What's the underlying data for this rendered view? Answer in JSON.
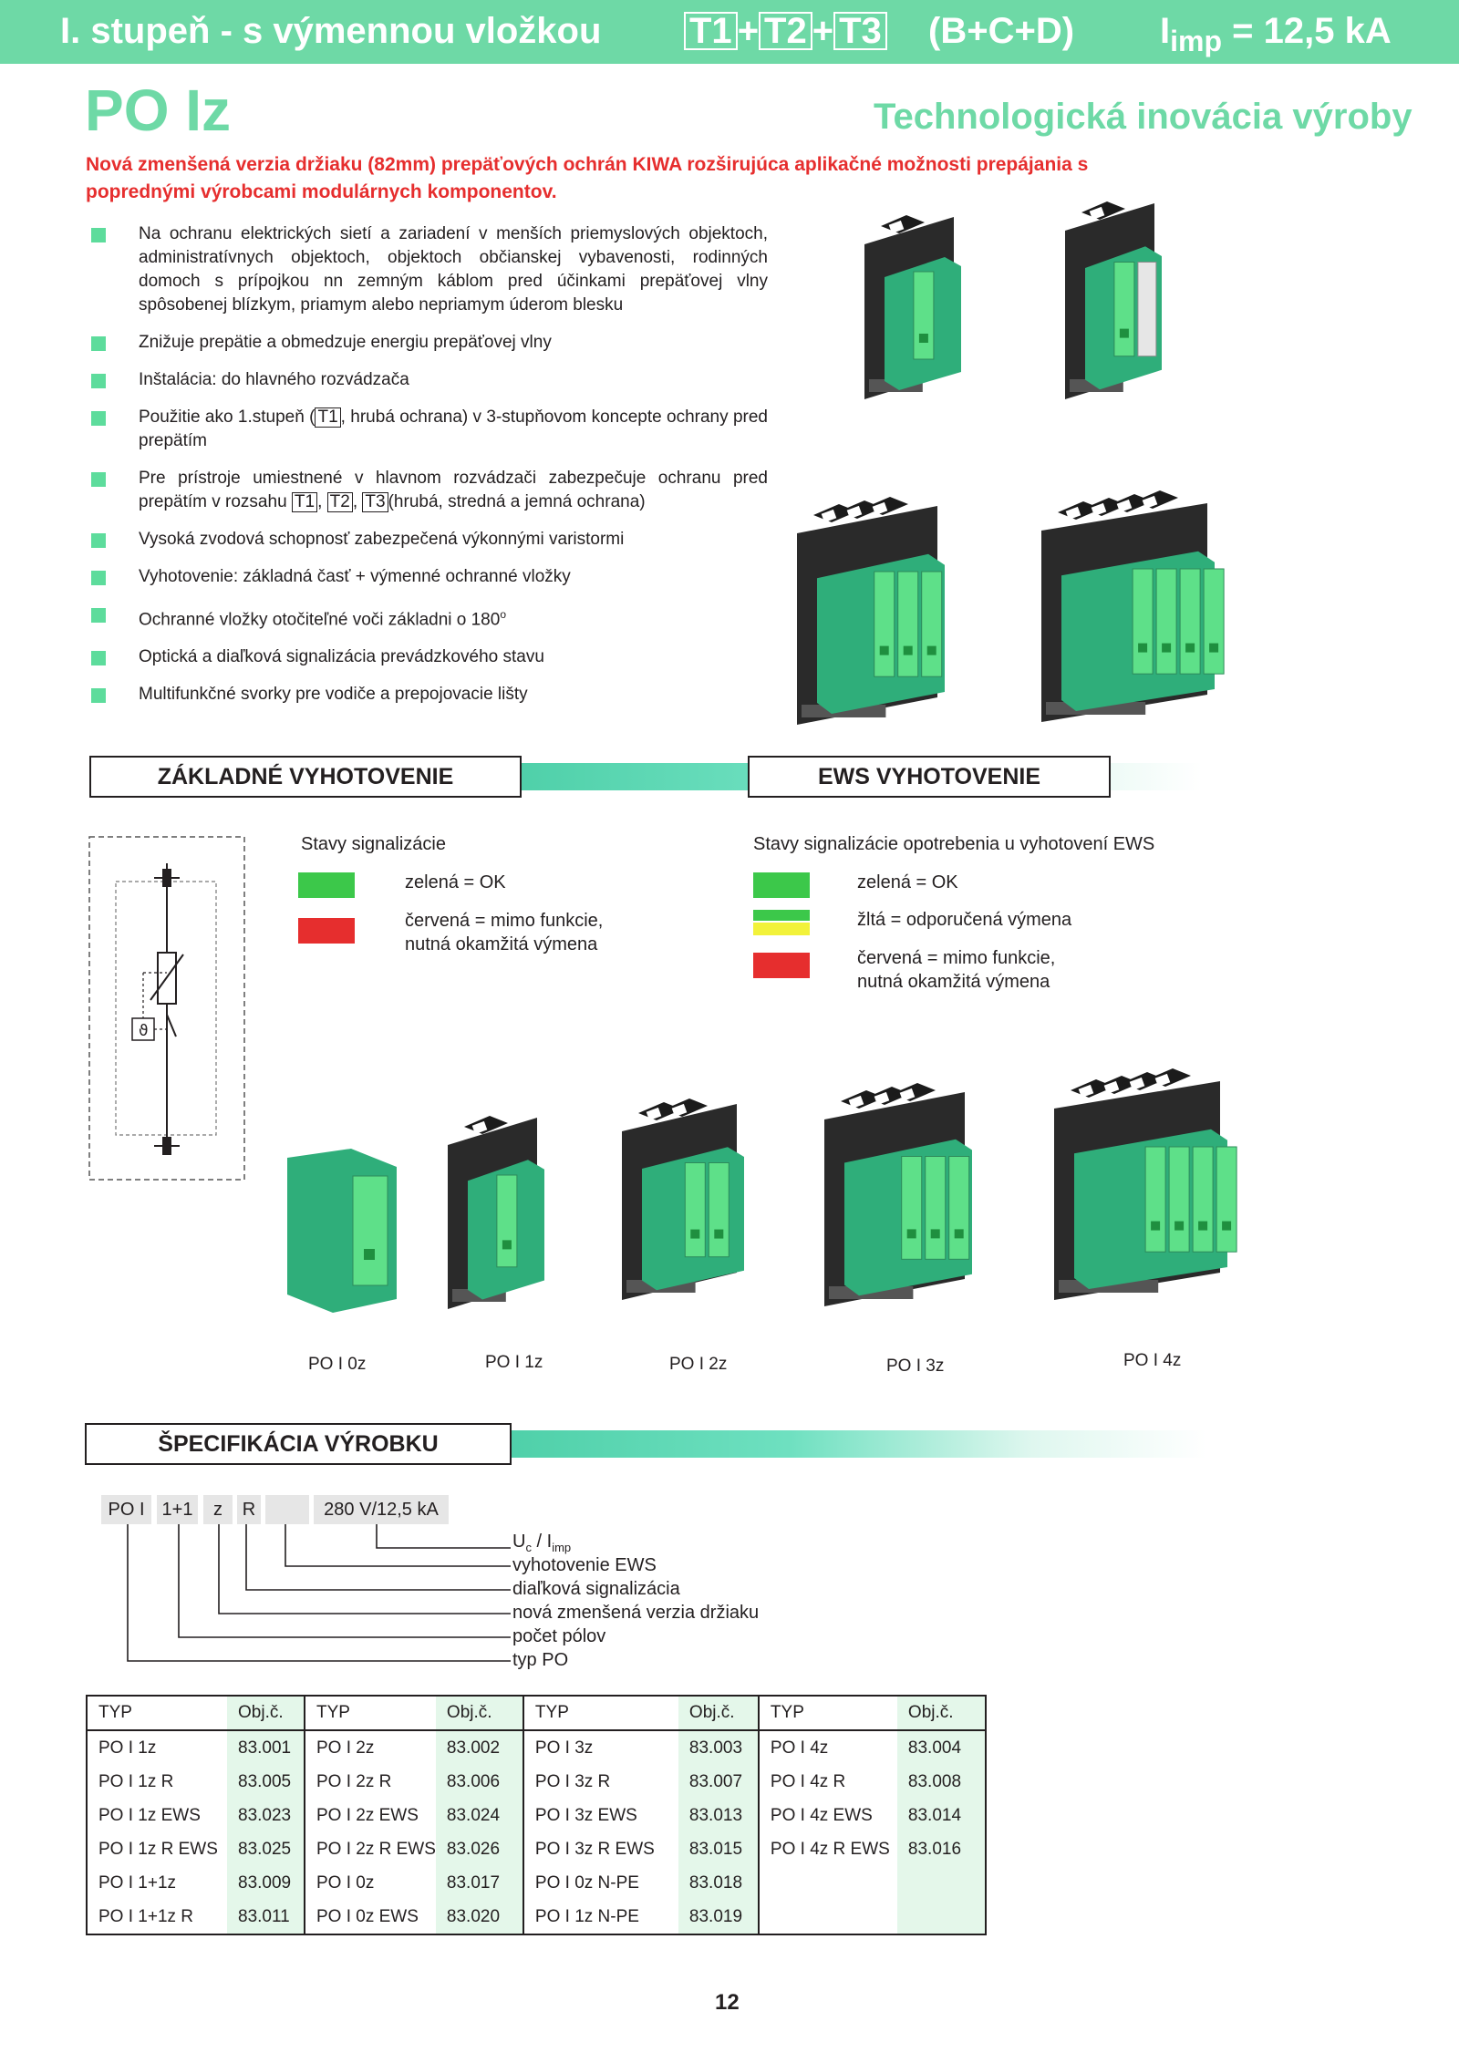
{
  "header": {
    "title": "I. stupeň -  s výmennou vložkou",
    "t1": "T1",
    "plus": "+",
    "t2": "T2",
    "t3": "T3",
    "classes": "(B+C+D)",
    "imp_label": "I",
    "imp_sub": "imp",
    "imp_value": "= 12,5 kA"
  },
  "model": "PO Iz",
  "tagline": "Technologická inovácia výroby",
  "intro": "Nová zmenšená verzia držiaku (82mm) prepäťových ochrán KIWA rozširujúca aplikačné možnosti prepájania s poprednými výrobcami modulárnych komponentov.",
  "bullets": {
    "b1": "Na ochranu elektrických sietí a zariadení v menších priemyslových objektoch, administratívnych objektoch, objektoch občianskej vybavenosti, rodinných domoch s prípojkou nn zemným káblom pred účinkami prepäťovej  vlny spôsobenej blízkym, priamym alebo nepriamym úderom blesku",
    "b2": "Znižuje prepätie a obmedzuje energiu prepäťovej vlny",
    "b3": "Inštalácia: do hlavného rozvádzača",
    "b4_a": "Použitie ako 1.stupeň (",
    "b4_t": "T1",
    "b4_b": ", hrubá ochrana) v 3-stupňovom koncepte ochrany pred prepätím",
    "b5_a": "Pre prístroje umiestnené v hlavnom rozvádzači zabezpečuje ochranu pred prepätím v rozsahu",
    "b5_t1": "T1",
    "b5_t2": "T2",
    "b5_t3": "T3",
    "b5_b": "(hrubá, stredná a jemná ochrana)",
    "b6": "Vysoká zvodová schopnosť zabezpečená výkonnými varistormi",
    "b7": "Vyhotovenie:  základná časť + výmenné ochranné vložky",
    "b8": "Ochranné vložky otočiteľné voči základni o 180",
    "b8_sup": "o",
    "b9": "Optická a diaľková signalizácia prevádzkového stavu",
    "b10": "Multifunkčné svorky pre vodiče a prepojovacie lišty"
  },
  "sections": {
    "basic": "ZÁKLADNÉ VYHOTOVENIE",
    "ews": "EWS VYHOTOVENIE",
    "spec": "ŠPECIFIKÁCIA VÝROBKU"
  },
  "signal_basic": {
    "title": "Stavy signalizácie",
    "green": "zelená = OK",
    "red_1": "červená = mimo funkcie,",
    "red_2": "nutná okamžitá výmena"
  },
  "signal_ews": {
    "title": "Stavy signalizácie opotrebenia u vyhotovení EWS",
    "green": "zelená = OK",
    "yellow": "žltá = odporučená výmena",
    "red_1": "červená = mimo funkcie,",
    "red_2": "nutná okamžitá výmena"
  },
  "colors": {
    "accent": "#6ed9a6",
    "red": "#e62e2e",
    "green": "#3cc84a",
    "yellow": "#f2f23a",
    "product": "#2fae7a",
    "insert": "#5ee089"
  },
  "products": [
    "PO I 0z",
    "PO I 1z",
    "PO I 2z",
    "PO I 3z",
    "PO I 4z"
  ],
  "spec_code": {
    "parts": [
      "PO I",
      "1+1",
      "z",
      "R",
      "",
      "280 V/12,5 kA"
    ],
    "labels": {
      "uc": "U",
      "uc_sub": "c",
      "uc_slash": " / I",
      "uc_sub2": "imp",
      "ews": "vyhotovenie EWS",
      "remote": "diaľková signalizácia",
      "holder": "nová zmenšená verzia držiaku",
      "poles": "počet pólov",
      "type": "typ PO"
    }
  },
  "table": {
    "h_typ": "TYP",
    "h_obj": "Obj.č.",
    "rows": [
      [
        "PO I 1z",
        "83.001",
        "PO I 2z",
        "83.002",
        "PO I 3z",
        "83.003",
        "PO I 4z",
        "83.004"
      ],
      [
        "PO I 1z R",
        "83.005",
        "PO I 2z R",
        "83.006",
        "PO I 3z R",
        "83.007",
        "PO I 4z R",
        "83.008"
      ],
      [
        "PO I 1z EWS",
        "83.023",
        "PO I 2z EWS",
        "83.024",
        "PO I 3z EWS",
        "83.013",
        "PO I 4z EWS",
        "83.014"
      ],
      [
        "PO I 1z R EWS",
        "83.025",
        "PO I 2z R EWS",
        "83.026",
        "PO I 3z R EWS",
        "83.015",
        "PO I 4z R EWS",
        "83.016"
      ],
      [
        "PO I 1+1z",
        "83.009",
        "PO I 0z",
        "83.017",
        "PO I 0z N-PE",
        "83.018",
        "",
        ""
      ],
      [
        "PO I 1+1z R",
        "83.011",
        "PO I 0z EWS",
        "83.020",
        "PO I 1z N-PE",
        "83.019",
        "",
        ""
      ]
    ]
  },
  "page_number": "12"
}
